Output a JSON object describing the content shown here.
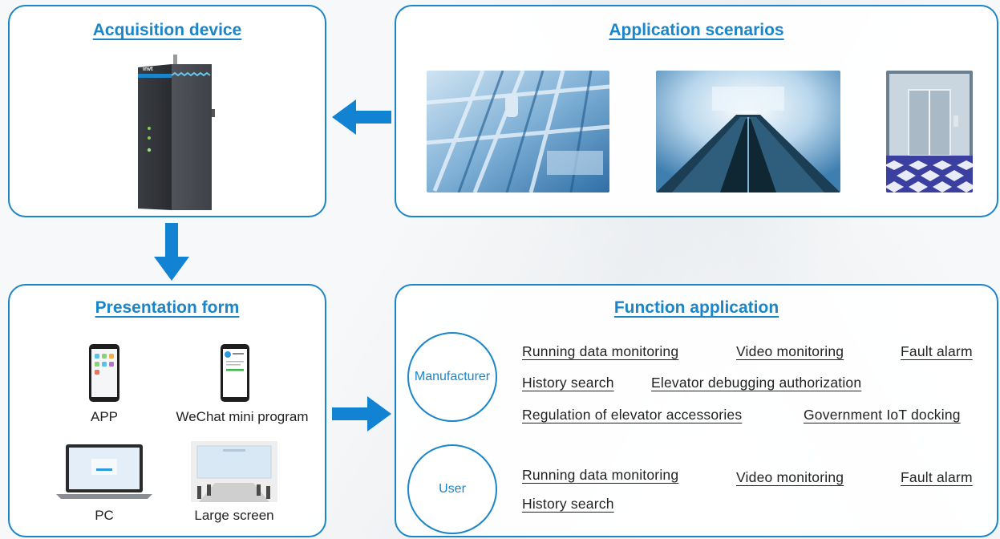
{
  "acquisition": {
    "title": "Acquisition device",
    "device_logo": "invt"
  },
  "scenarios": {
    "title": "Application scenarios",
    "images": [
      "elevator-shaft-photo",
      "escalator-photo",
      "elevator-car-photo"
    ]
  },
  "presentation": {
    "title": "Presentation form",
    "items": [
      {
        "label": "APP",
        "icon": "smartphone-app-icon"
      },
      {
        "label": "WeChat mini program",
        "icon": "smartphone-wechat-icon"
      },
      {
        "label": "PC",
        "icon": "laptop-icon"
      },
      {
        "label": "Large screen",
        "icon": "large-screen-icon"
      }
    ]
  },
  "function": {
    "title": "Function application",
    "manufacturer": {
      "label": "Manufacturer",
      "items": [
        "Running data monitoring",
        "Video monitoring",
        "Fault alarm",
        "History search",
        "Elevator debugging authorization",
        "Regulation of elevator accessories",
        "Government IoT docking"
      ]
    },
    "user": {
      "label": "User",
      "items": [
        "Running data monitoring",
        "Video monitoring",
        "Fault alarm",
        "History search"
      ]
    }
  },
  "colors": {
    "accent": "#1a86c9",
    "arrow": "#1282d2"
  }
}
